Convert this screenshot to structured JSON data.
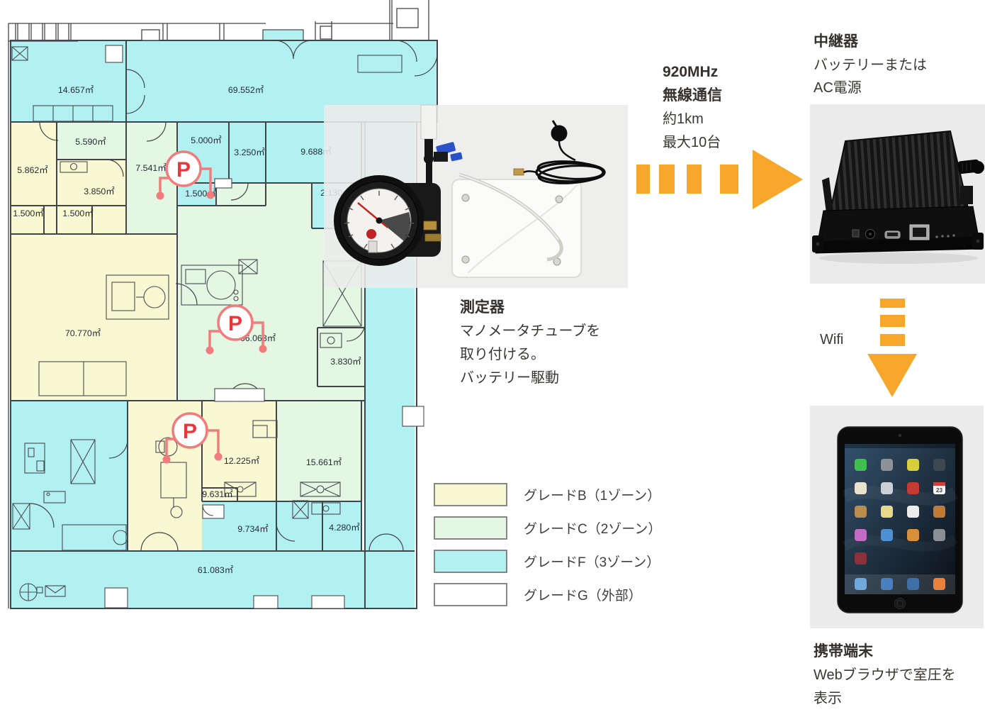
{
  "floor_plan": {
    "rooms": [
      {
        "label": "14.657㎡",
        "grade": "F"
      },
      {
        "label": "69.552㎡",
        "grade": "F"
      },
      {
        "label": "5.590㎡",
        "grade": "C"
      },
      {
        "label": "5.000㎡",
        "grade": "F"
      },
      {
        "label": "3.250㎡",
        "grade": "F"
      },
      {
        "label": "9.688㎡",
        "grade": "F"
      },
      {
        "label": "5.862㎡",
        "grade": "B"
      },
      {
        "label": "7.541㎡",
        "grade": "C"
      },
      {
        "label": "3.850㎡",
        "grade": "B"
      },
      {
        "label": "1.500㎡",
        "grade": "B"
      },
      {
        "label": "1.500㎡",
        "grade": "B"
      },
      {
        "label": "1.500㎡",
        "grade": "F"
      },
      {
        "label": "2.130㎡",
        "grade": "F"
      },
      {
        "label": "70.770㎡",
        "grade": "B"
      },
      {
        "label": "66.063㎡",
        "grade": "C"
      },
      {
        "label": "3.830㎡",
        "grade": "C"
      },
      {
        "label": "12.225㎡",
        "grade": "B"
      },
      {
        "label": "15.661㎡",
        "grade": "C"
      },
      {
        "label": "9.631㎡",
        "grade": "B"
      },
      {
        "label": "9.734㎡",
        "grade": "F"
      },
      {
        "label": "4.280㎡",
        "grade": "F"
      },
      {
        "label": "61.083㎡",
        "grade": "F"
      }
    ],
    "pressure_markers": [
      {
        "label": "P"
      },
      {
        "label": "P"
      },
      {
        "label": "P"
      }
    ],
    "zone_colors": {
      "grade_b": "#f8f8d2",
      "grade_c": "#e3f7e3",
      "grade_f": "#b2f1f1",
      "grade_g": "#ffffff"
    }
  },
  "legend": {
    "items": [
      {
        "label": "グレードB（1ゾーン）",
        "color": "#f8f8d2"
      },
      {
        "label": "グレードC（2ゾーン）",
        "color": "#e3f7e3"
      },
      {
        "label": "グレードF（3ゾーン）",
        "color": "#b2f1f1"
      },
      {
        "label": "グレードG（外部）",
        "color": "#ffffff"
      }
    ]
  },
  "measurement_device": {
    "title": "測定器",
    "desc_lines": [
      "マノメータチューブを",
      "取り付ける。",
      "バッテリー駆動"
    ]
  },
  "wireless_link": {
    "line1": "920MHz",
    "line2": "無線通信",
    "line3": "約1km",
    "line4": "最大10台"
  },
  "relay": {
    "title": "中継器",
    "desc_lines": [
      "バッテリーまたは",
      "AC電源"
    ]
  },
  "wifi": {
    "label": "Wifi"
  },
  "mobile_terminal": {
    "title": "携帯端末",
    "desc_lines": [
      "Webブラウザで室圧を",
      "表示"
    ],
    "calendar_day": "23"
  },
  "colors": {
    "accent_orange": "#f6a62b",
    "marker_red": "#e8383d",
    "marker_pink": "#f27b7b",
    "photo_background": "#ebebeb"
  }
}
